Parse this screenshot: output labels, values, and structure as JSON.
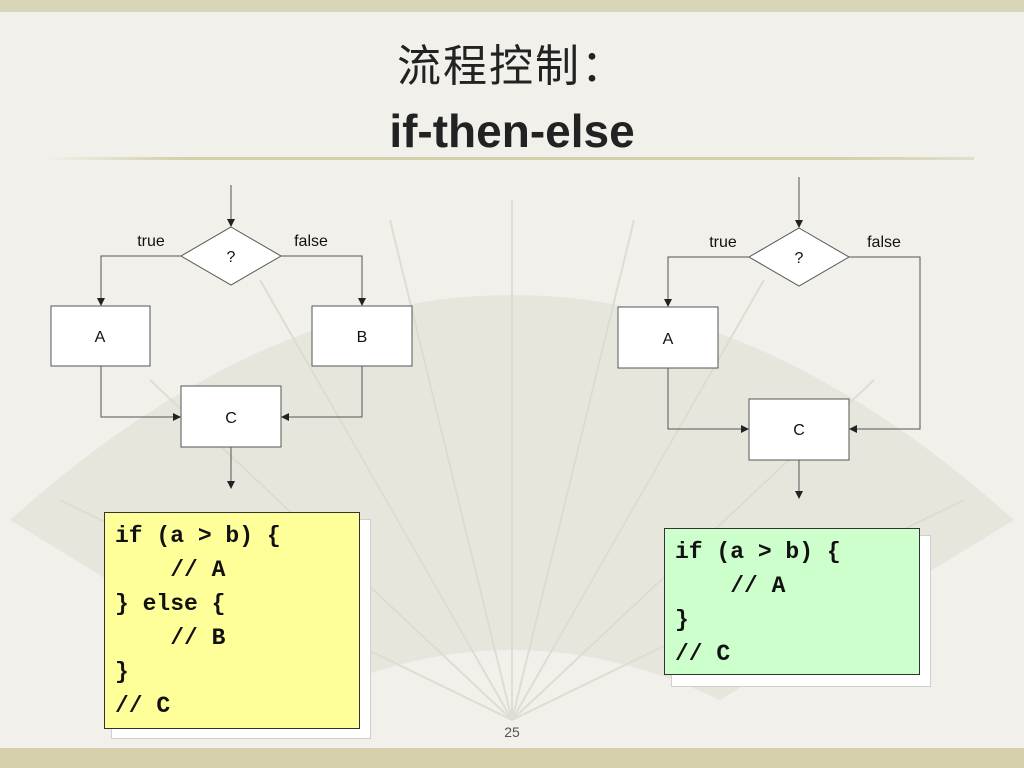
{
  "title": {
    "line1": "流程控制：",
    "line2": "if-then-else"
  },
  "left_flowchart": {
    "decision": "?",
    "true_label": "true",
    "false_label": "false",
    "box_a": "A",
    "box_b": "B",
    "box_c": "C"
  },
  "right_flowchart": {
    "decision": "?",
    "true_label": "true",
    "false_label": "false",
    "box_a": "A",
    "box_c": "C"
  },
  "left_code": {
    "lines": [
      "if (a > b) {",
      "    // A",
      "} else {",
      "    // B",
      "}",
      "// C"
    ],
    "background": "#ffff99"
  },
  "right_code": {
    "lines": [
      "if (a > b) {",
      "    // A",
      "}",
      "// C"
    ],
    "background": "#ccffcc"
  },
  "page_number": "25"
}
